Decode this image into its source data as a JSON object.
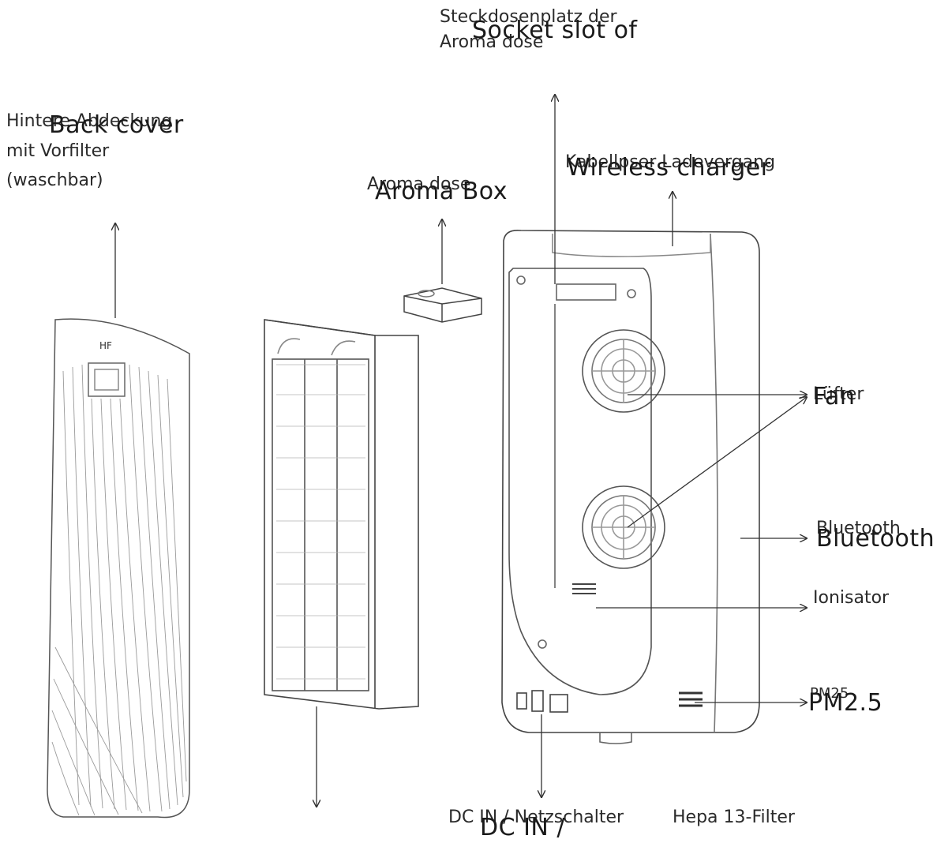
{
  "labels": {
    "back_cover_de_line1": "Hintere Abdeckung",
    "back_cover_de_line2": "mit Vorfilter",
    "back_cover_de_line3": "(waschbar)",
    "back_cover_en": "Back cover",
    "aroma_box_de": "Aroma dose",
    "aroma_box_en": "Aroma Box",
    "socket_slot_de_line1": "Steckdosenplatz der",
    "socket_slot_de_line2": "Aroma dose",
    "socket_slot_en": "Socket slot of",
    "wireless_de": "Kabellpser Ladevergang",
    "wireless_en": "Wireless charger",
    "fan_de": "Lüfter",
    "fan_en": "Fan",
    "bluetooth_de": "Bluetooth",
    "bluetooth_en": "Bluetooth",
    "ionizer_de": "Ionisator",
    "pm25_de": "PM25",
    "pm25_en": "PM2.5",
    "dc_in_de": "DC IN / Netzschalter",
    "dc_in_en": "DC IN /",
    "hepa_de": "Hepa 13-Filter"
  }
}
